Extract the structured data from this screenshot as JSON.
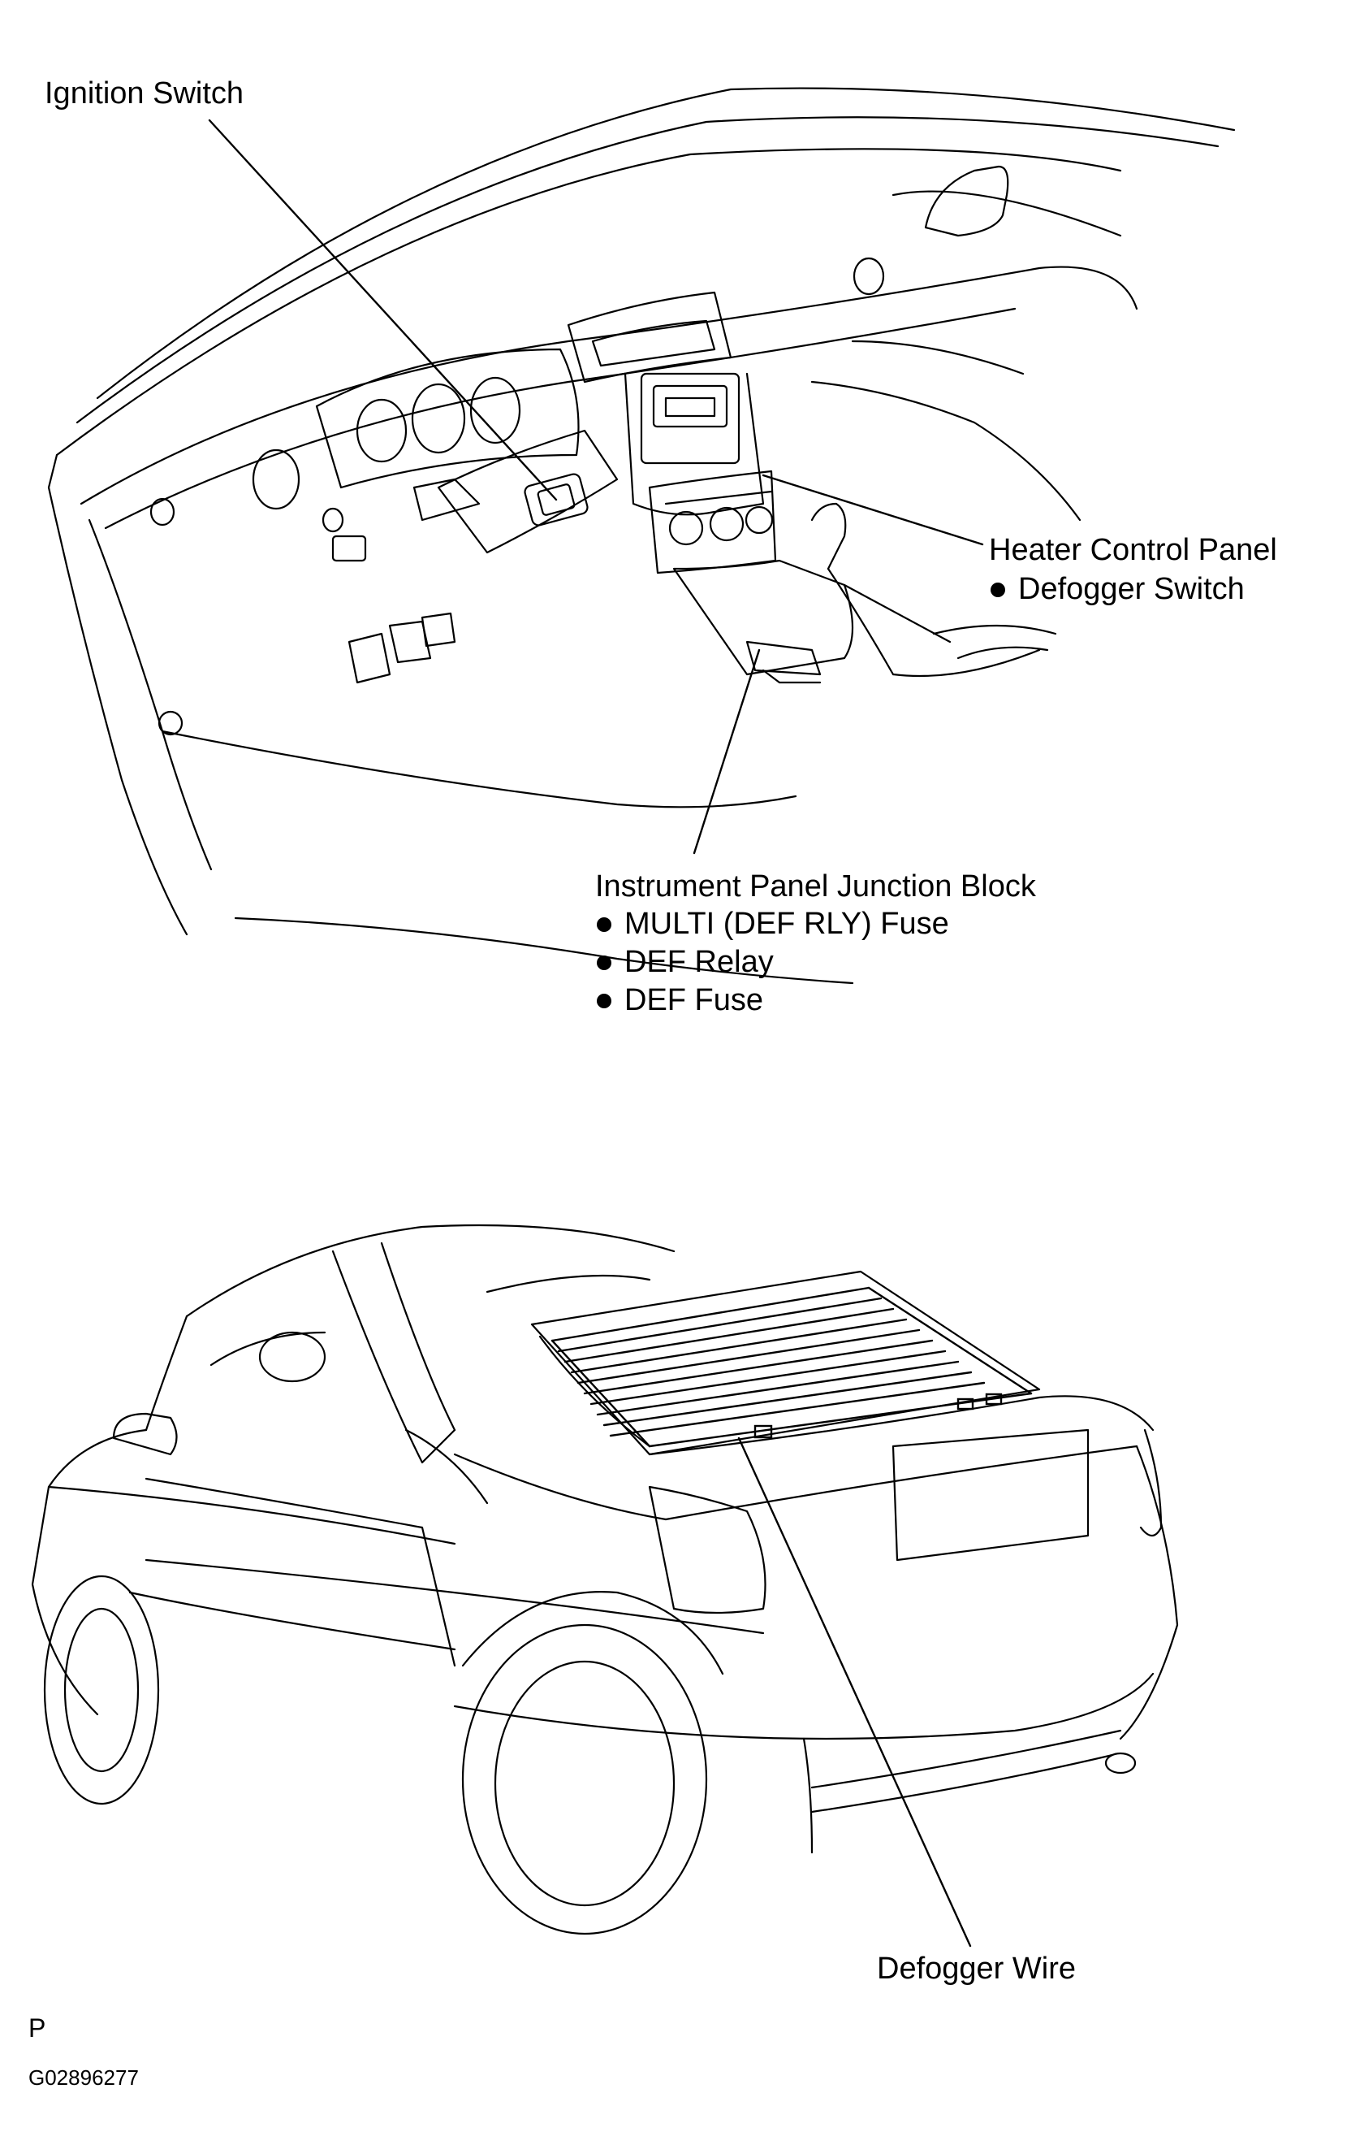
{
  "labels": {
    "ignition_switch": "Ignition Switch",
    "heater_control_panel": "Heater Control Panel",
    "defogger_switch": "Defogger Switch",
    "junction_block": "Instrument Panel Junction Block",
    "multi_fuse": "MULTI (DEF RLY) Fuse",
    "def_relay": "DEF Relay",
    "def_fuse": "DEF Fuse",
    "defogger_wire": "Defogger Wire"
  },
  "footer": {
    "code_letter": "P",
    "figure_id": "G02896277"
  }
}
